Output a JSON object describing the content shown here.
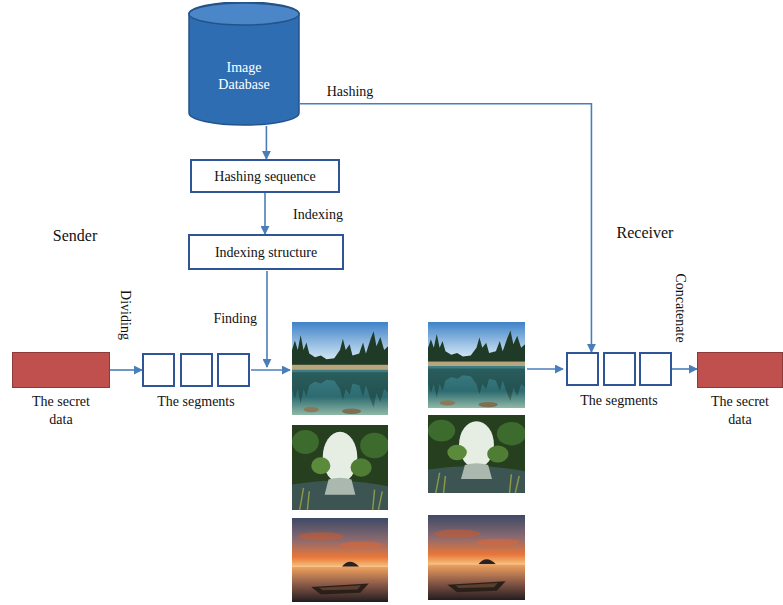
{
  "diagram": {
    "nodes": [
      {
        "text": [
          "Image Database"
        ]
      },
      {
        "text": [
          "Hashing sequence"
        ]
      },
      {
        "text": [
          "Indexing structure"
        ]
      },
      {
        "text": [
          "The secret data"
        ]
      },
      {
        "text": [
          "The segments"
        ]
      },
      {
        "text": [
          "The segments"
        ]
      },
      {
        "text": [
          "The secret data"
        ]
      }
    ],
    "edges": [
      {
        "from": 0,
        "to": 1,
        "arrow": "to"
      },
      {
        "from": 0,
        "to": 5,
        "label": "Hashing",
        "arrow": "to"
      },
      {
        "from": 1,
        "to": 2,
        "label": "Indexing",
        "arrow": "to"
      },
      {
        "from": 3,
        "to": 4,
        "label": "Dividing",
        "arrow": "to"
      },
      {
        "from": 5,
        "to": 6,
        "label": "Concatenate",
        "arrow": "to"
      }
    ],
    "labels": [
      "Sender",
      "Receiver",
      "Finding"
    ]
  }
}
